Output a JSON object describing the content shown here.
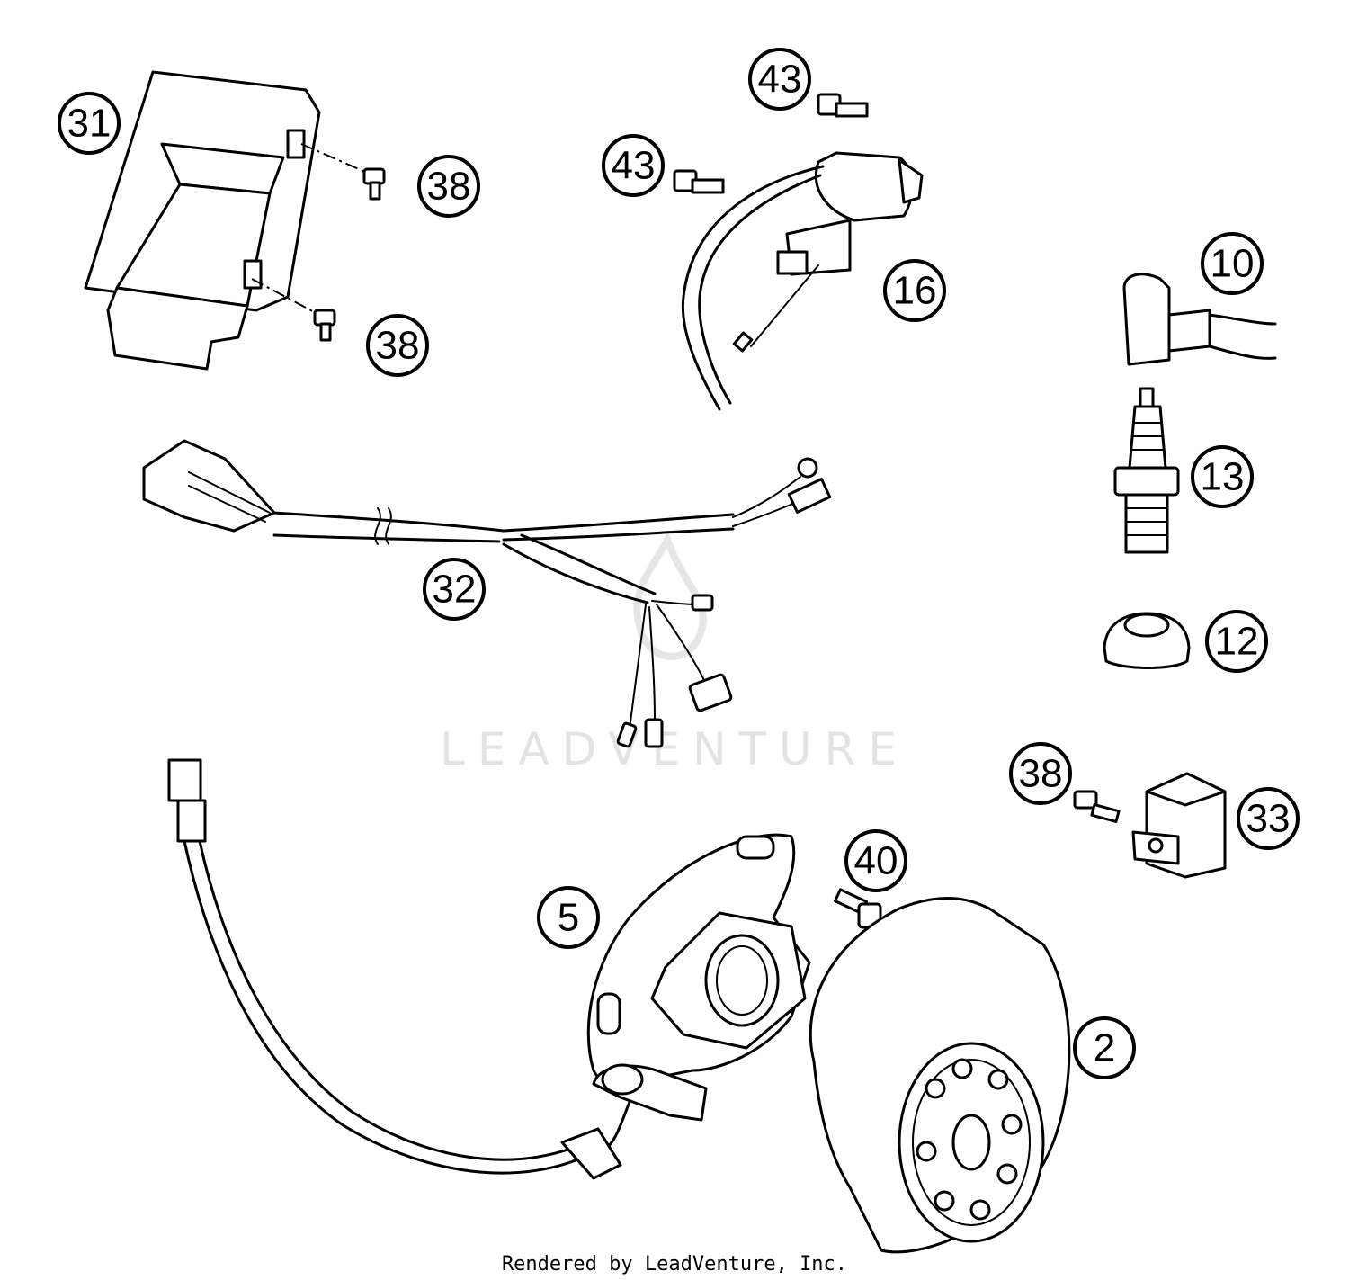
{
  "callouts": [
    {
      "id": "31"
    },
    {
      "id": "38"
    },
    {
      "id": "38"
    },
    {
      "id": "43"
    },
    {
      "id": "43"
    },
    {
      "id": "16"
    },
    {
      "id": "10"
    },
    {
      "id": "13"
    },
    {
      "id": "12"
    },
    {
      "id": "32"
    },
    {
      "id": "38"
    },
    {
      "id": "33"
    },
    {
      "id": "40"
    },
    {
      "id": "5"
    },
    {
      "id": "2"
    }
  ],
  "watermark": "LEADVENTURE",
  "footer": "Rendered by LeadVenture, Inc."
}
